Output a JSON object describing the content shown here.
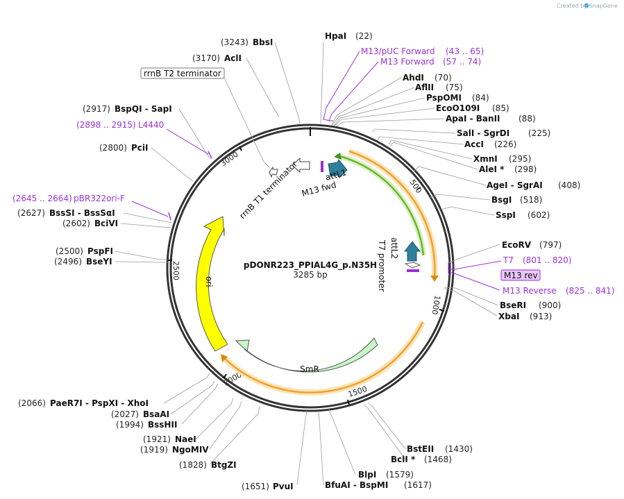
{
  "credit": "Created by SnapGene",
  "plasmid": {
    "name": "pDONR223_PPIAL4G_p.N35H",
    "size": "3285 bp"
  },
  "ticks": [
    "500",
    "1000",
    "1500",
    "2000",
    "2500",
    "3000"
  ],
  "features": {
    "attL1": "attL1",
    "attL2": "attL2",
    "m13fwd": "M13 fwd",
    "rrnbT1": "rrnB T1 terminator",
    "t7promoter": "T7 promoter",
    "ori": "ori",
    "smr": "SmR",
    "rrnbT2": "rrnB T2 terminator",
    "m13rev": "M13 rev"
  },
  "sites": [
    {
      "name": "HpaI",
      "pos": "(22)"
    },
    {
      "name": "AhdI",
      "pos": "(70)"
    },
    {
      "name": "AflII",
      "pos": "(75)"
    },
    {
      "name": "PspOMI",
      "pos": "(84)"
    },
    {
      "name": "EcoO109I",
      "pos": "(85)"
    },
    {
      "name": "ApaI  -  BanII",
      "pos": "(88)"
    },
    {
      "name": "SalI  -  SgrDI",
      "pos": "(225)"
    },
    {
      "name": "AccI",
      "pos": "(226)"
    },
    {
      "name": "XmnI",
      "pos": "(295)"
    },
    {
      "name": "AleI *",
      "pos": "(298)"
    },
    {
      "name": "AgeI  -  SgrAI",
      "pos": "(408)"
    },
    {
      "name": "BsgI",
      "pos": "(518)"
    },
    {
      "name": "SspI",
      "pos": "(602)"
    },
    {
      "name": "EcoRV",
      "pos": "(797)"
    },
    {
      "name": "BseRI",
      "pos": "(900)"
    },
    {
      "name": "XbaI",
      "pos": "(913)"
    },
    {
      "name": "BstEII",
      "pos": "(1430)"
    },
    {
      "name": "BclI *",
      "pos": "(1468)"
    },
    {
      "name": "BlpI",
      "pos": "(1579)"
    },
    {
      "name": "BfuAI  -  BspMI",
      "pos": "(1617)"
    },
    {
      "name": "PvuI",
      "pos": "(1651)"
    },
    {
      "name": "BtgZI",
      "pos": "(1828)"
    },
    {
      "name": "NgoMIV",
      "pos": "(1919)"
    },
    {
      "name": "NaeI",
      "pos": "(1921)"
    },
    {
      "name": "BssHII",
      "pos": "(1994)"
    },
    {
      "name": "BsaAI",
      "pos": "(2027)"
    },
    {
      "name": "PaeR7I  -  PspXI  -  XhoI",
      "pos": "(2066)"
    },
    {
      "name": "BseYI",
      "pos": "(2496)"
    },
    {
      "name": "PspFI",
      "pos": "(2500)"
    },
    {
      "name": "BciVI",
      "pos": "(2602)"
    },
    {
      "name": "BssSI  -  BssSαI",
      "pos": "(2627)"
    },
    {
      "name": "PciI",
      "pos": "(2800)"
    },
    {
      "name": "BspQI  -  SapI",
      "pos": "(2917)"
    },
    {
      "name": "AclI",
      "pos": "(3170)"
    },
    {
      "name": "BbsI",
      "pos": "(3243)"
    }
  ],
  "primers": [
    {
      "name": "M13/pUC Forward",
      "pos": "(43 .. 65)"
    },
    {
      "name": "M13 Forward",
      "pos": "(57 .. 74)"
    },
    {
      "name": "T7",
      "pos": "(801 .. 820)"
    },
    {
      "name": "M13 Reverse",
      "pos": "(825 .. 841)"
    },
    {
      "name": "L4440",
      "pos": "(2898 .. 2915)"
    },
    {
      "name": "pBR322ori-F",
      "pos": "(2645 .. 2664)"
    }
  ],
  "colors": {
    "backbone": "#333333",
    "primer": "#9b30d9",
    "ori": "#ffff00",
    "smr": "#c8f5c8",
    "attL": "#2e7f9a",
    "orangeArc": "#f0a030",
    "greenArc": "#6fb52c"
  }
}
